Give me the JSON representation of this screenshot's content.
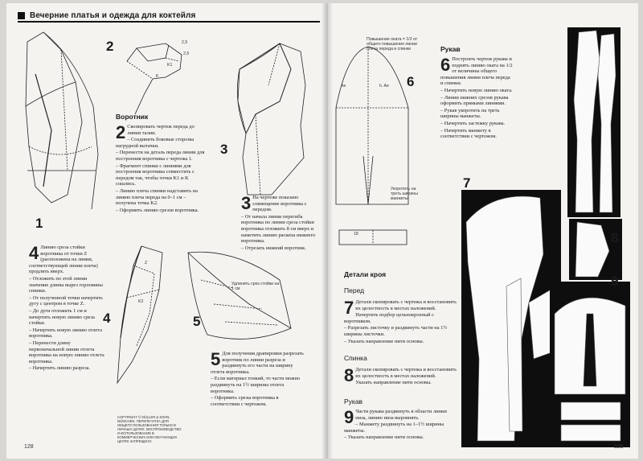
{
  "header": {
    "title": "Вечерние платья и одежда для коктейля"
  },
  "figures": {
    "fig1": "1",
    "fig2": "2",
    "fig3": "3",
    "fig4": "4",
    "fig5": "5",
    "fig6": "6",
    "fig7": "7",
    "fig8": "8",
    "fig9": "9"
  },
  "fig2_labels": {
    "a": "2,5",
    "b": "2,5",
    "c": "K1",
    "d": "K"
  },
  "fig6_labels": {
    "note_top": "Повышение оката = 1/2 от общего повышения линии плеча переда и спинки",
    "ae_left": "Ae",
    "ae_right": "h. Ae",
    "note_bottom": "Укоротить на треть ширины манжеты",
    "measure": "18"
  },
  "fig4_labels": {
    "a": "Z",
    "b": "K2"
  },
  "fig5_labels": {
    "a": "Удлинить срез стойки на 1 см"
  },
  "left_texts": {
    "section_collar": "Воротник",
    "step2_cap": "2",
    "step2": [
      "Скопировать чертеж переда до линии талии.",
      "– Соединить боковые стороны нагрудной вытачки.",
      "– Перенести на деталь переда линии для построения воротника с чертежа 1.",
      "– Фрагмент спинки с линиями для построения воротника совместить с передом так, чтобы точки K1 и K сошлись.",
      "– Линию плеча спинки надставить на линию плеча переда на 0–1 см – получена точка K2.",
      "– Оформить линию срезов воротника."
    ],
    "step3_cap": "3",
    "step3": [
      "На чертеже показано совмещение воротника с передом.",
      "– От начала линии перегиба воротника по линии среза стойки воротника отложить 8 см вверх и наметить линию раскепа нижнего воротника.",
      "– Отрезать нижний воротник."
    ],
    "step4_cap": "4",
    "step4": [
      "Линию среза стойки воротника от точки Z (расположена на линии, соответствующей линии плеча) продлить вверх.",
      "– Отложить по этой линии значение длины вырез горловины спинки.",
      "– От полученной точки начертить дугу с центром в точке Z.",
      "– До дуги отложить 1 см и начертить новую линию среза стойки.",
      "– Начертить новую линию отлета воротника.",
      "– Перенести длину первоначальной линии отлета воротника на новую линию отлета воротника.",
      "– Начертить линию разреза."
    ],
    "step5_cap": "5",
    "step5": [
      "Для получения драпировки разрезать воротник по линии разреза и раздвинуть его части на ширину отлета воротника.",
      "– Если материал тонкий, то части можно раздвинуть на 1½ ширины отлета воротника.",
      "– Оформить срезы воротника в соответствии с чертежом."
    ],
    "copyright": "COPYRIGHT © MÜLLER & SOHN, MÜNCHEN. ПЕРЕПЕЧАТКА ДЛЯ ОБЩЕГО ПОЛЬЗОВАНИЯ ТОЛЬКО В ЛИЧНЫХ ЦЕЛЯХ. ВОСПРОИЗВОДСТВО И ИСПОЛЬЗОВАНИЕ В КОММЕРЧЕСКИХ ИЛИ ОБУЧАЮЩИХ ЦЕЛЯХ ЗАПРЕЩЕНО",
    "page_number": "128"
  },
  "right_texts": {
    "section_sleeve": "Рукав",
    "step6_cap": "6",
    "step6": [
      "Построить чертеж рукава и поднять линию оката на 1/2 от величины общего повышения линии плеча переда и спинки.",
      "– Начертить новую линию оката.",
      "– Линии нижних срезов рукава оформить прямыми линиями.",
      "– Рукав укоротить на треть ширины манжеты.",
      "– Начертить застежку рукава.",
      "– Начертить манжету в соответствии с чертежом."
    ],
    "section_details": "Детали кроя",
    "section_front": "Перед",
    "step7_cap": "7",
    "step7": [
      "Детали скопировать с чертежа и восстановить их целостность в местах наложений.",
      "Начертить подбор цельнокроеный с воротником.",
      "– Разрезать листочку и раздвинуть части на 1½ ширины листочки.",
      "– Указать направление нити основы."
    ],
    "section_back": "Спинка",
    "step8_cap": "8",
    "step8": [
      "Детали скопировать с чертежа и восстановить их целостность в местах наложений.",
      "Указать направление нити основы."
    ],
    "section_sleeve2": "Рукав",
    "step9_cap": "9",
    "step9": [
      "Части рукава раздвинуть в области линии низа, линию низа выровнять.",
      "– Манжету раздвинуть на 1–1½ ширины манжеты.",
      "– Указать направление нити основы."
    ],
    "page_number": "129"
  }
}
